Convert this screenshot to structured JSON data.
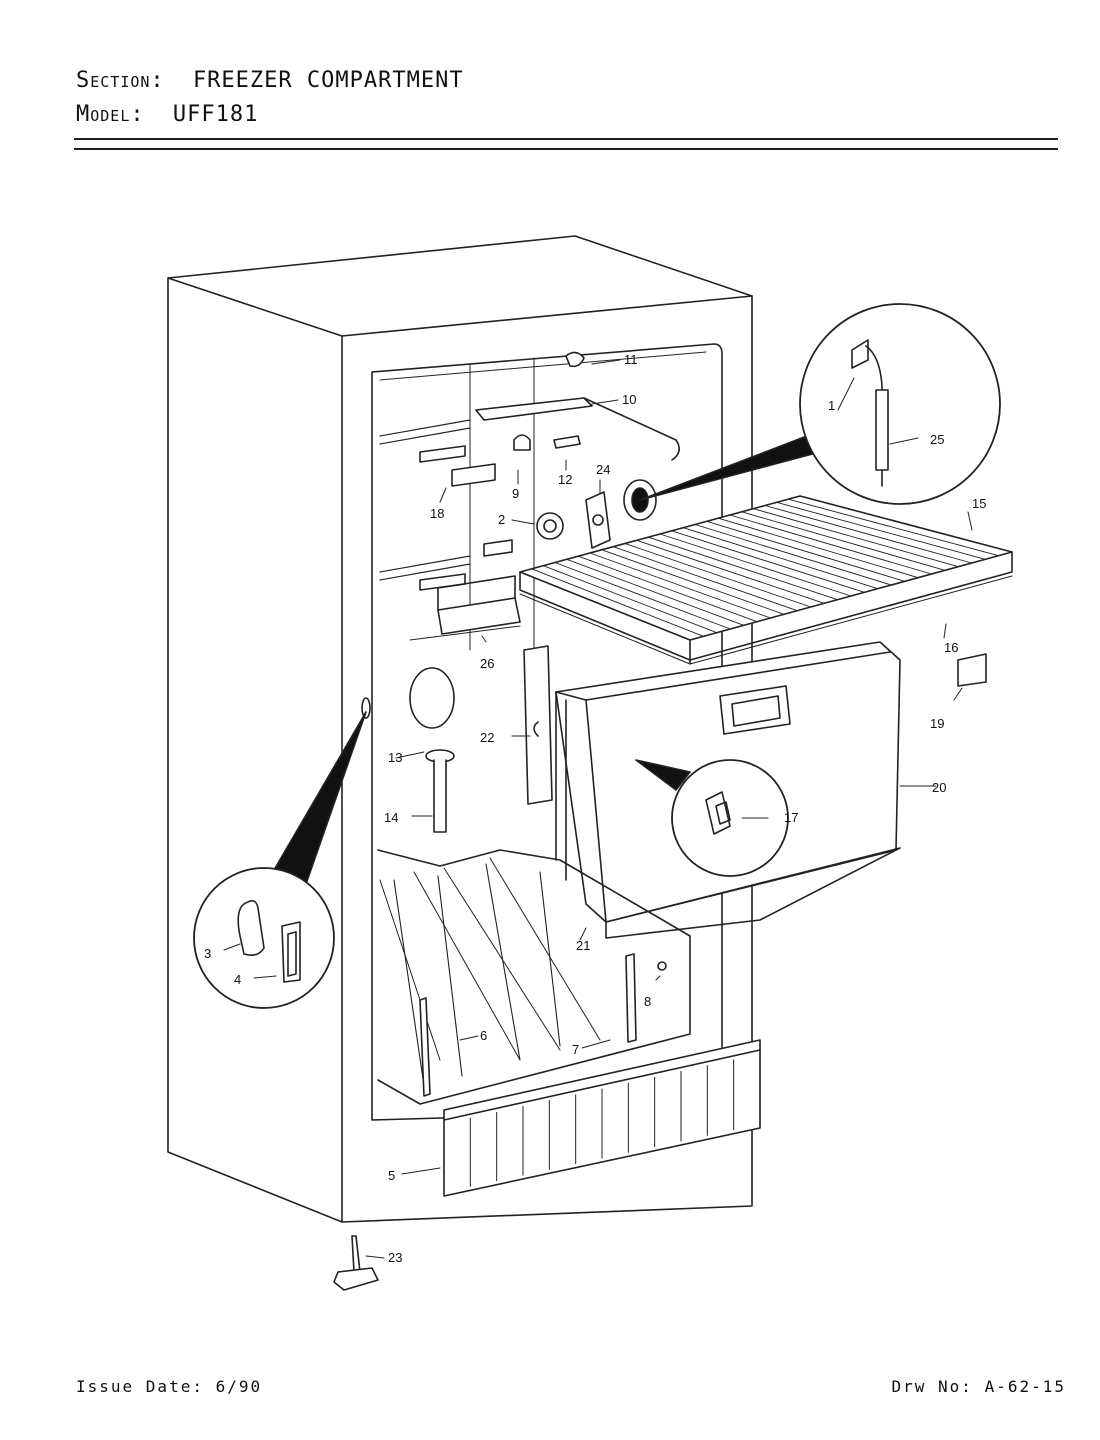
{
  "header": {
    "section_key": "Section:",
    "section_value": "FREEZER COMPARTMENT",
    "model_key": "Model:",
    "model_value": "UFF181"
  },
  "footer": {
    "issue": "Issue Date: 6/90",
    "drawing": "Drw No: A-62-15"
  },
  "callouts": [
    "1",
    "2",
    "3",
    "4",
    "5",
    "6",
    "7",
    "8",
    "9",
    "10",
    "11",
    "12",
    "13",
    "14",
    "15",
    "16",
    "17",
    "18",
    "19",
    "20",
    "21",
    "22",
    "23",
    "24",
    "25",
    "26"
  ]
}
